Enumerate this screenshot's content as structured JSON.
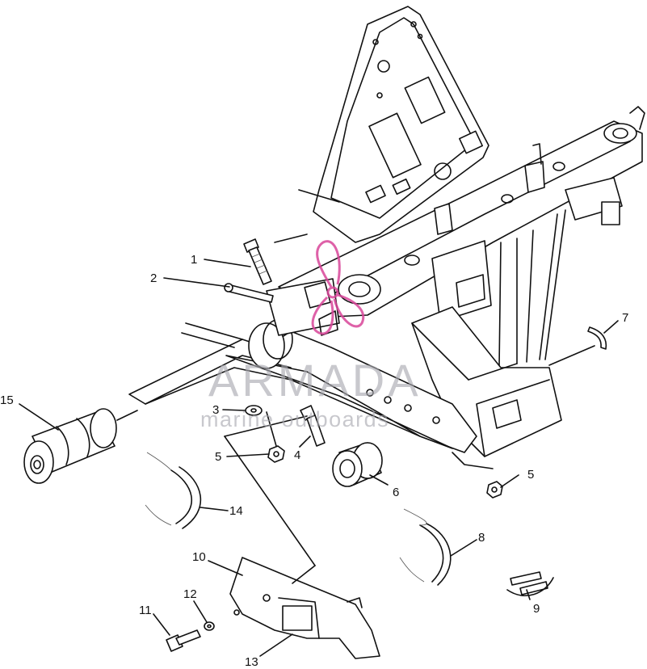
{
  "callouts": {
    "c1": "1",
    "c2": "2",
    "c3": "3",
    "c4": "4",
    "c5a": "5",
    "c5b": "5",
    "c6": "6",
    "c7": "7",
    "c8": "8",
    "c9": "9",
    "c10": "10",
    "c11": "11",
    "c12": "12",
    "c13": "13",
    "c14": "14",
    "c15": "15"
  },
  "watermark": {
    "brand": "ARMADA",
    "tagline": "marine outboards",
    "logo_color": "#d9469a",
    "text_color": "#a9a9b0"
  }
}
